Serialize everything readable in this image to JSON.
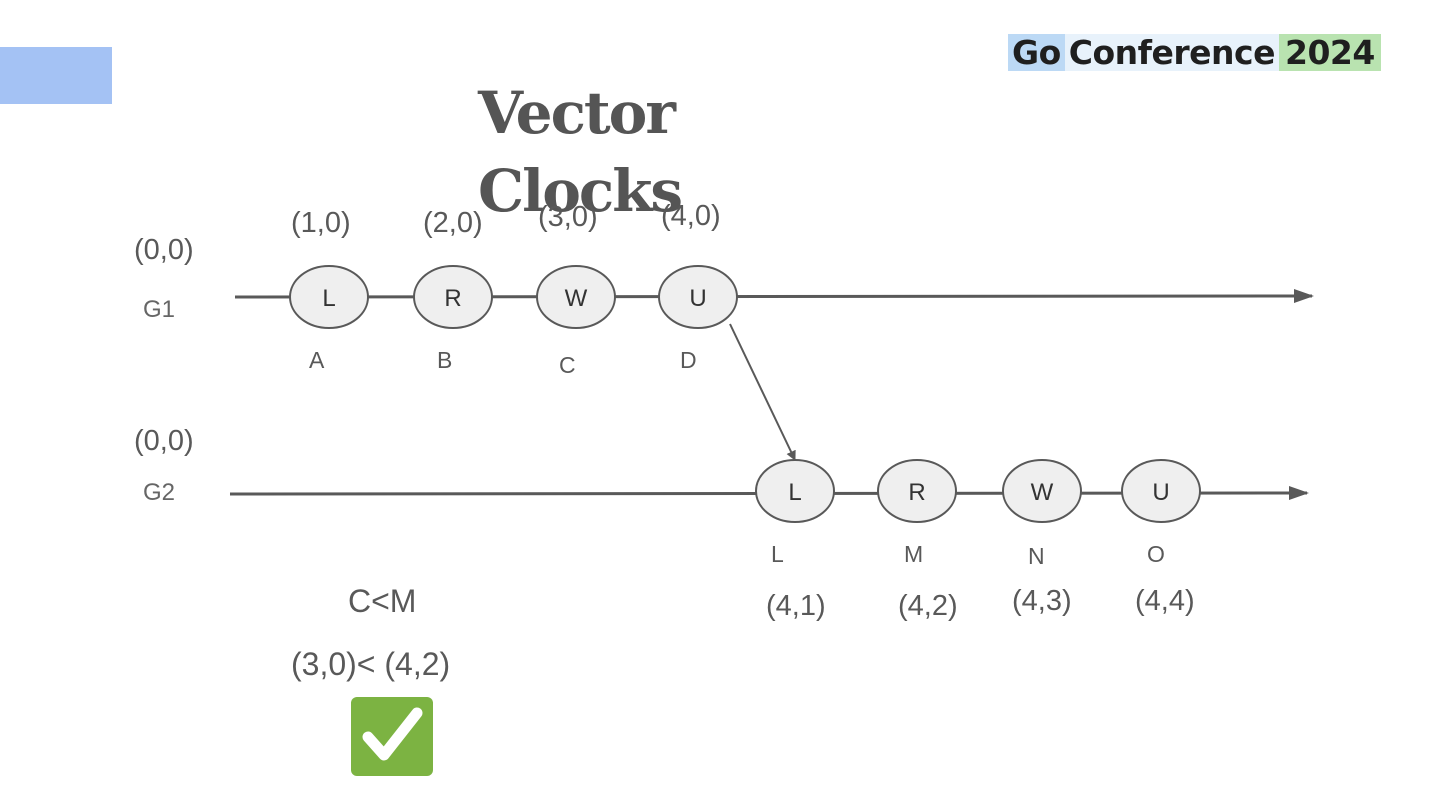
{
  "logo": {
    "go": "Go",
    "conference": "Conference",
    "year": "2024"
  },
  "title": {
    "line1": "Vector",
    "line2": "Clocks"
  },
  "g1": {
    "name": "G1",
    "initial_clock": "(0,0)",
    "events": [
      {
        "op": "L",
        "label": "A",
        "clock": "(1,0)"
      },
      {
        "op": "R",
        "label": "B",
        "clock": "(2,0)"
      },
      {
        "op": "W",
        "label": "C",
        "clock": "(3,0)"
      },
      {
        "op": "U",
        "label": "D",
        "clock": "(4,0)"
      }
    ]
  },
  "g2": {
    "name": "G2",
    "initial_clock": "(0,0)",
    "events": [
      {
        "op": "L",
        "label": "L",
        "clock": "(4,1)"
      },
      {
        "op": "R",
        "label": "M",
        "clock": "(4,2)"
      },
      {
        "op": "W",
        "label": "N",
        "clock": "(4,3)"
      },
      {
        "op": "U",
        "label": "O",
        "clock": "(4,4)"
      }
    ]
  },
  "comparison": {
    "relation": "C<M",
    "clocks": "(3,0)< (4,2)",
    "result_icon": "check-mark-icon"
  },
  "colors": {
    "accent_block": "#a4c2f4",
    "node_fill": "#efefef",
    "check_green": "#7cb342"
  }
}
